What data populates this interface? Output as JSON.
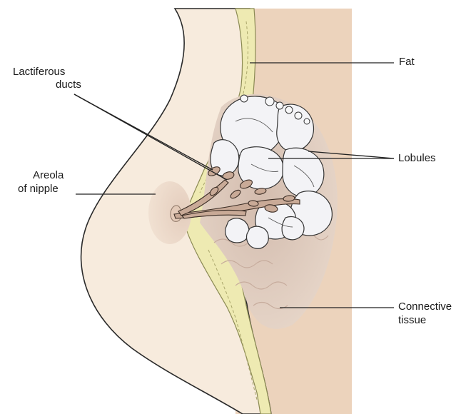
{
  "labels": {
    "fat": "Fat",
    "lactiferous_line1": "Lactiferous",
    "lactiferous_line2": "ducts",
    "lobules": "Lobules",
    "areola_line1": "Areola",
    "areola_line2": "of nipple",
    "connective_line1": "Connective",
    "connective_line2": "tissue"
  },
  "colors": {
    "skin": "#f6e9da",
    "chest_wall": "#ecd3bc",
    "fat_layer": "#eeeab0",
    "connective": "#d9c3b5",
    "lobule": "#f2f2f4",
    "duct": "#c9aa97",
    "line": "#222222"
  }
}
